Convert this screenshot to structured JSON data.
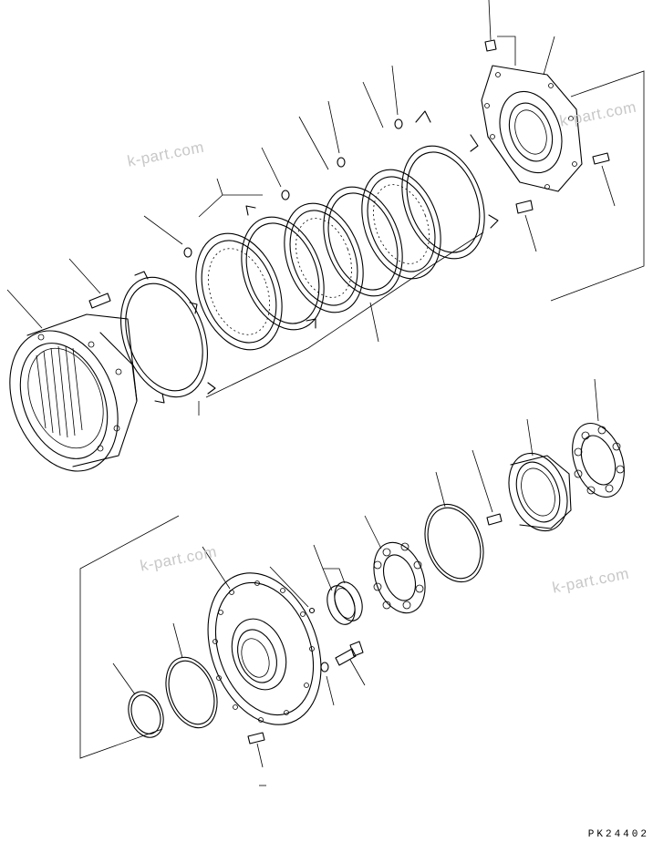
{
  "watermarks": [
    "k-part.com",
    "k-part.com",
    "k-part.com",
    "k-part.com"
  ],
  "drawing_code": "PK24402"
}
